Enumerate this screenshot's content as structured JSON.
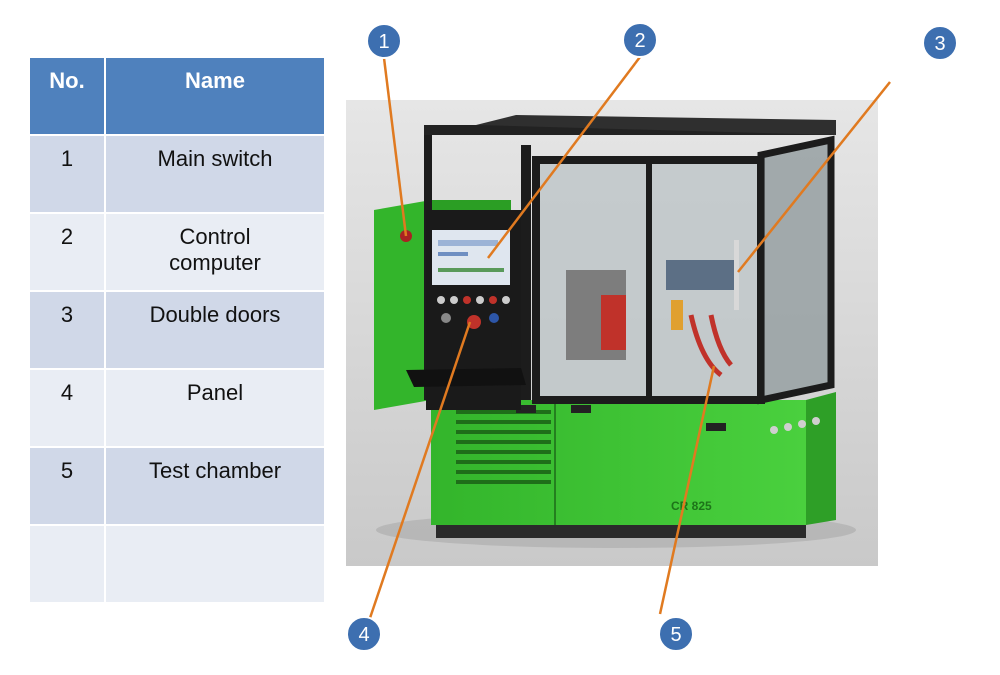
{
  "table": {
    "headers": {
      "no": "No.",
      "name": "Name"
    },
    "rows": [
      {
        "no": "1",
        "name": "Main switch"
      },
      {
        "no": "2",
        "name": "Control computer"
      },
      {
        "no": "3",
        "name": "Double doors"
      },
      {
        "no": "4",
        "name": "Panel"
      },
      {
        "no": "5",
        "name": "Test chamber"
      },
      {
        "no": "",
        "name": ""
      }
    ]
  },
  "machine": {
    "model_label": "CR 825"
  },
  "callouts": [
    "1",
    "2",
    "3",
    "4",
    "5"
  ],
  "colors": {
    "header_blue": "#4f81bd",
    "row_light": "#d0d8e8",
    "row_lighter": "#e9edf4",
    "callout_fill": "#3d6fb0",
    "leader_line": "#e07a20",
    "machine_green": "#3fc233"
  }
}
